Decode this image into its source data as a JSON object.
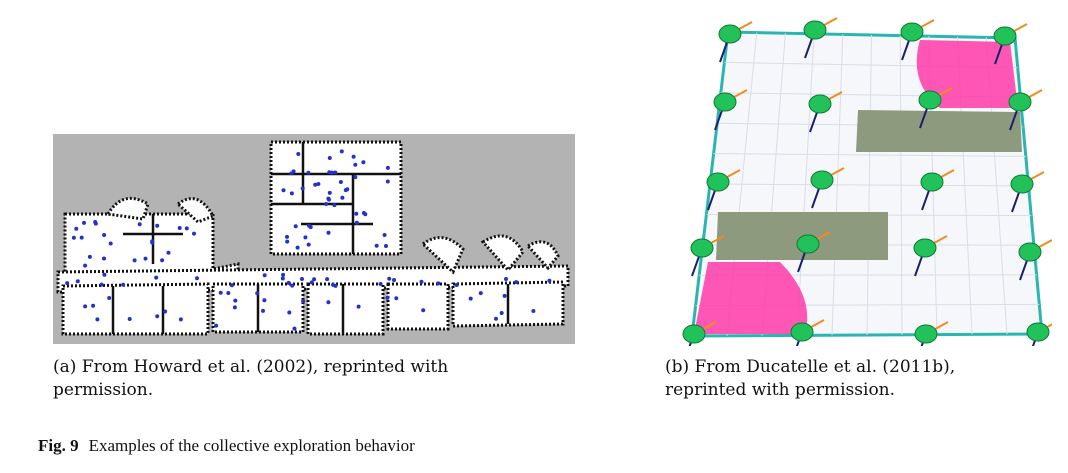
{
  "subfigures": [
    {
      "id": "a",
      "caption_line1": "(a) From Howard et al. (2002), reprinted with",
      "caption_line2": "permission."
    },
    {
      "id": "b",
      "caption_line1": "(b) From Ducatelle et al. (2011b),",
      "caption_line2": "reprinted with permission."
    }
  ],
  "figure_caption": {
    "label": "Fig. 9",
    "text": "Examples of the collective exploration behavior"
  },
  "colors": {
    "map_background": "#b3b3b3",
    "robot_dot": "#2233cc",
    "arena_border": "#2ab5b0",
    "robot_green": "#22c25a",
    "pink_zone": "#ff3aa8",
    "obstacle": "#8e9a7d",
    "beam_orange": "#f08c1e",
    "beam_navy": "#1a1f6e"
  }
}
